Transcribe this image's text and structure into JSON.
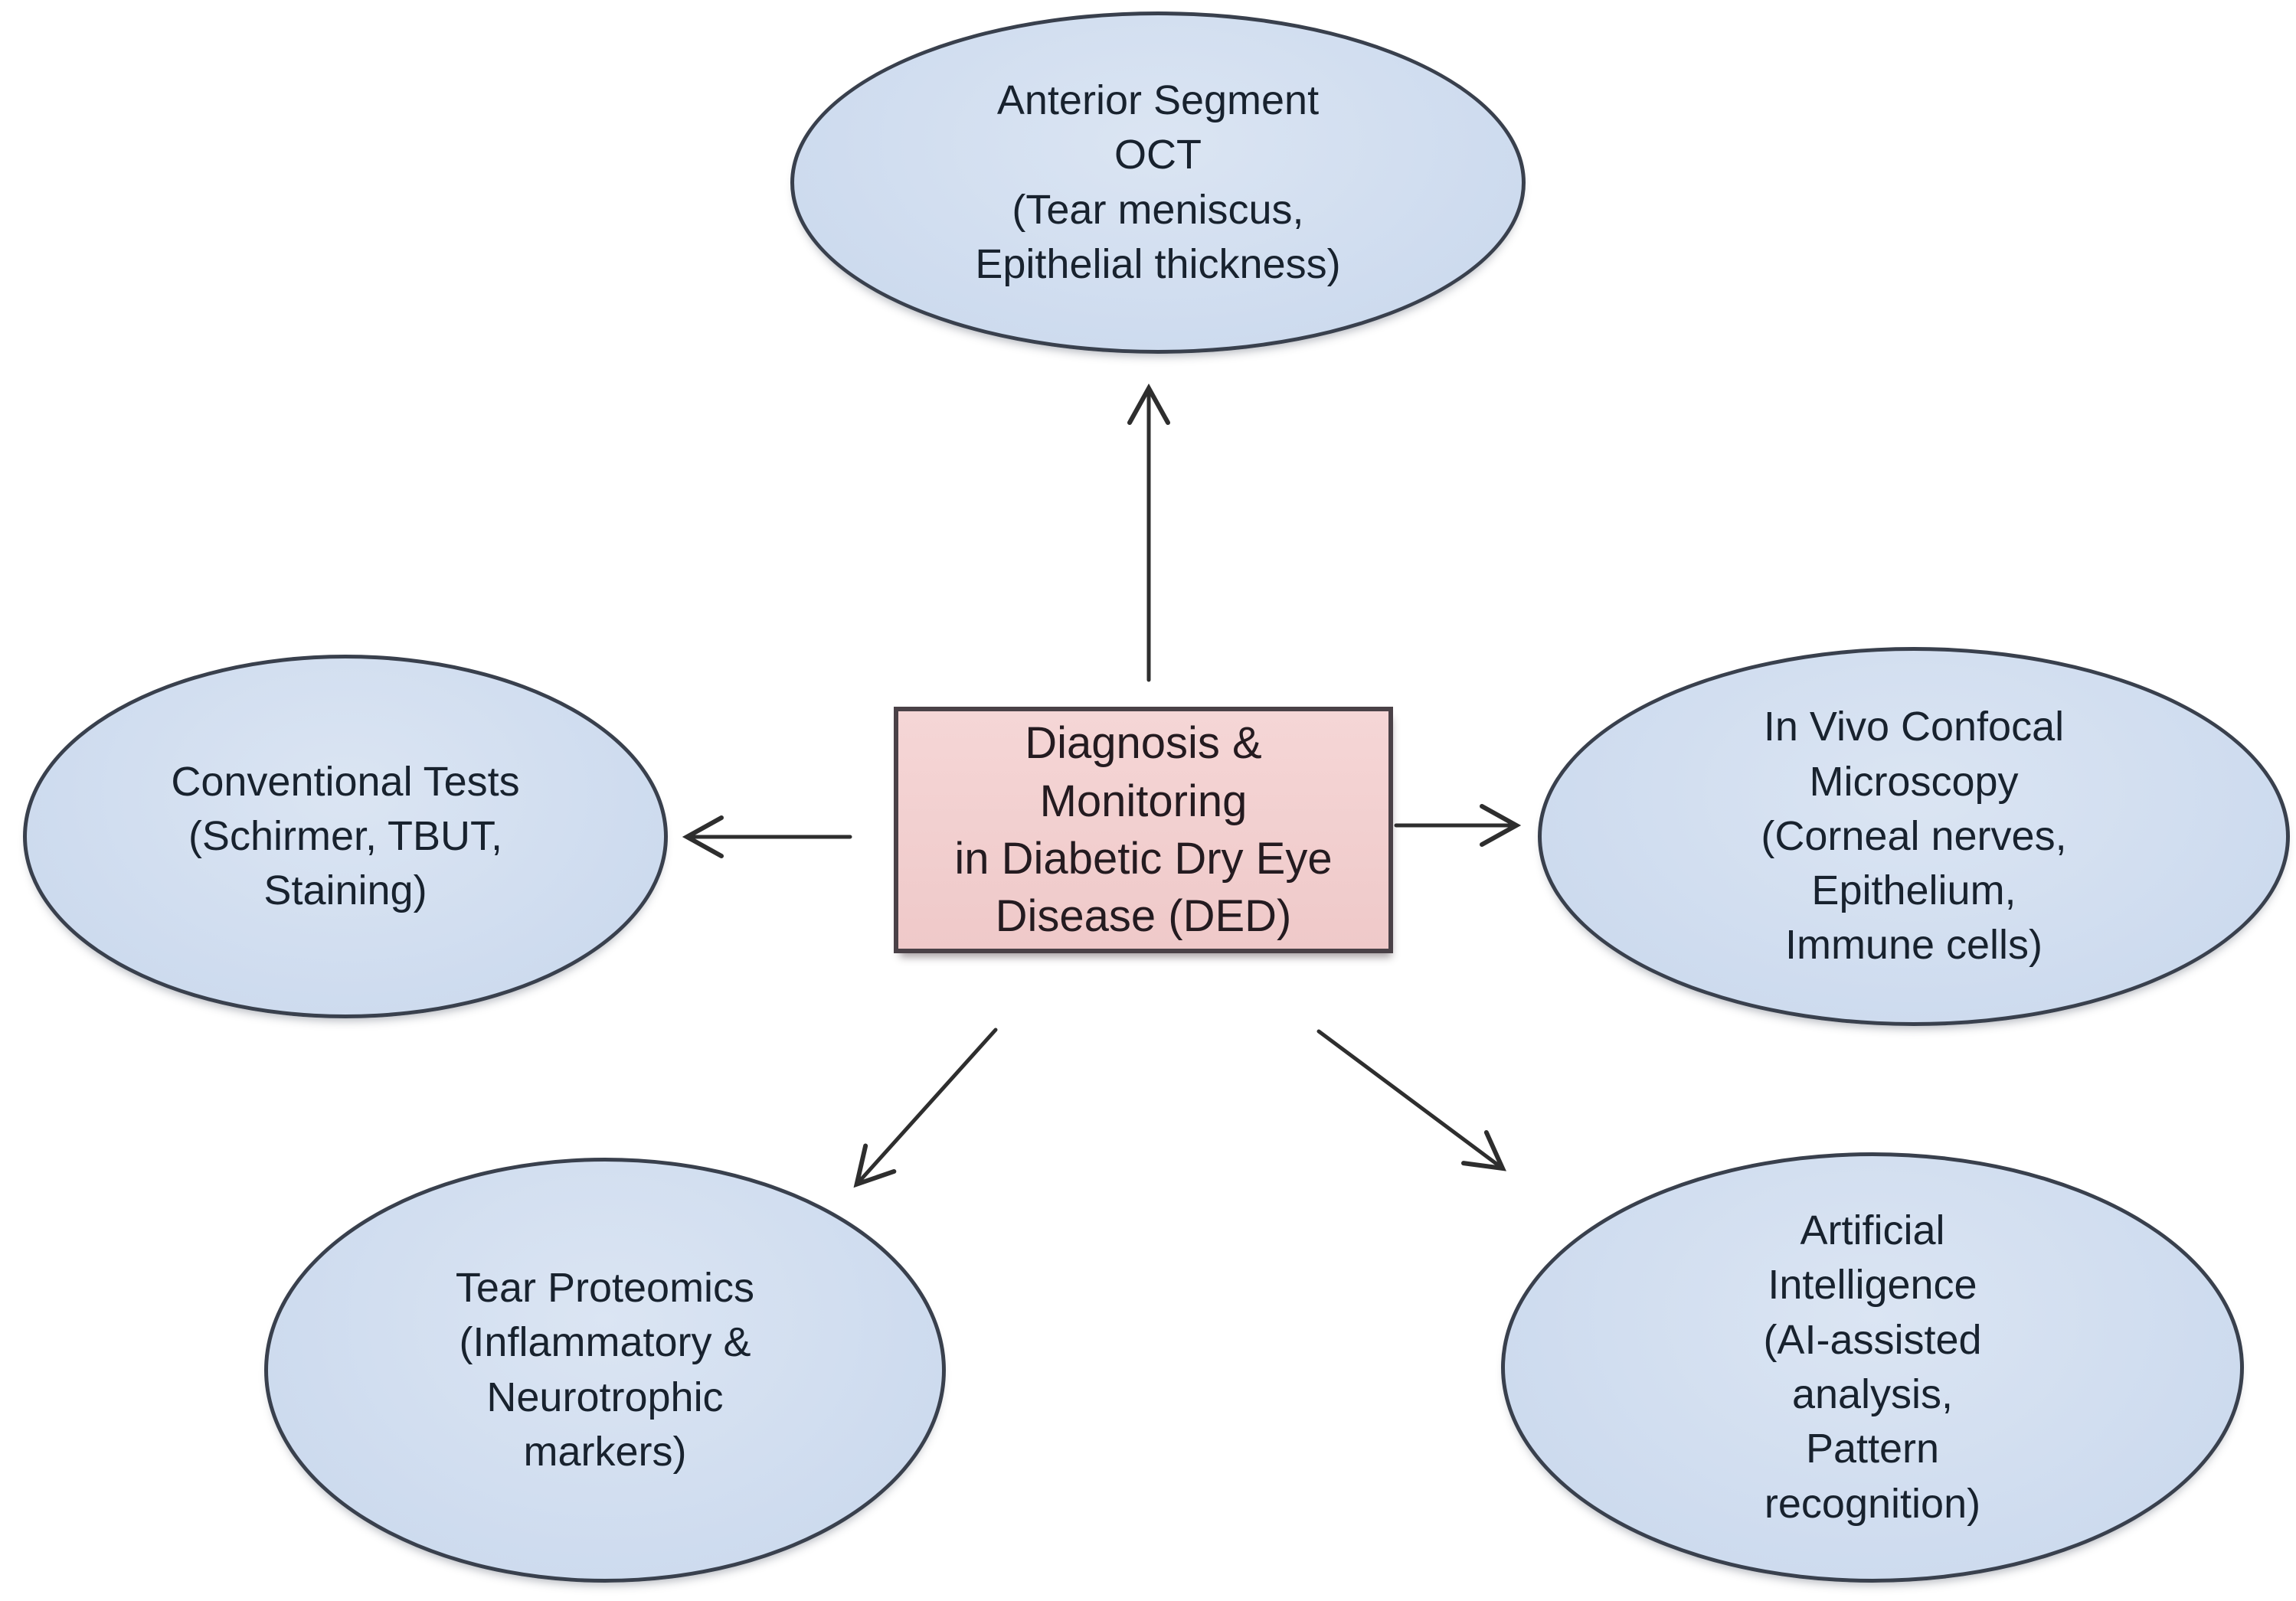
{
  "colors": {
    "background": "#ffffff",
    "ellipse_fill": "#ccdaee",
    "ellipse_fill_light": "#dbe5f3",
    "ellipse_border": "#39404d",
    "ellipse_text": "#18222e",
    "box_fill": "#efc9c9",
    "box_fill_light": "#f5d6d6",
    "box_border": "#4a4147",
    "box_text": "#241b20",
    "arrow": "#2e2e2e"
  },
  "nodes": {
    "center": {
      "label": "Diagnosis &\nMonitoring\nin Diabetic Dry Eye\nDisease (DED)"
    },
    "top": {
      "label": "Anterior Segment\nOCT\n(Tear meniscus,\nEpithelial thickness)"
    },
    "left": {
      "label": "Conventional Tests\n(Schirmer, TBUT,\nStaining)"
    },
    "right": {
      "label": "In Vivo Confocal\nMicroscopy\n(Corneal nerves,\nEpithelium,\nImmune cells)"
    },
    "bottom_left": {
      "label": "Tear Proteomics\n(Inflammatory &\nNeurotrophic\nmarkers)"
    },
    "bottom_right": {
      "label": "Artificial\nIntelligence\n(AI-assisted\nanalysis,\nPattern\nrecognition)"
    }
  },
  "edges": [
    {
      "from": "center",
      "to": "top"
    },
    {
      "from": "center",
      "to": "left"
    },
    {
      "from": "center",
      "to": "right"
    },
    {
      "from": "center",
      "to": "bottom_left"
    },
    {
      "from": "center",
      "to": "bottom_right"
    }
  ]
}
